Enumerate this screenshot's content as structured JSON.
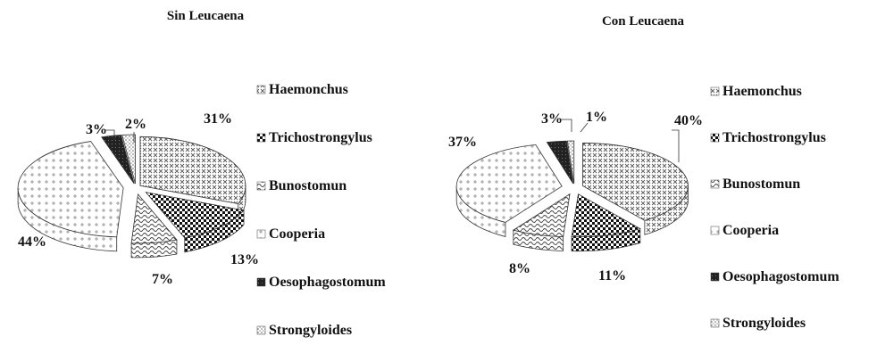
{
  "chart_data": [
    {
      "type": "pie",
      "title": "Sin Leucaena",
      "slices": [
        {
          "label": "Haemonchus",
          "value": 31,
          "text": "31%"
        },
        {
          "label": "Trichostrongylus",
          "value": 13,
          "text": "13%"
        },
        {
          "label": "Bunostomun",
          "value": 7,
          "text": "7%"
        },
        {
          "label": "Cooperia",
          "value": 44,
          "text": "44%"
        },
        {
          "label": "Oesophagostomum",
          "value": 3,
          "text": "3%"
        },
        {
          "label": "Strongyloides",
          "value": 2,
          "text": "2%"
        }
      ],
      "legend": [
        "Haemonchus",
        "Trichostrongylus",
        "Bunostomun",
        "Cooperia",
        "Oesophagostomum",
        "Strongyloides"
      ]
    },
    {
      "type": "pie",
      "title": "Con Leucaena",
      "slices": [
        {
          "label": "Haemonchus",
          "value": 40,
          "text": "40%"
        },
        {
          "label": "Trichostrongylus",
          "value": 11,
          "text": "11%"
        },
        {
          "label": "Bunostomun",
          "value": 8,
          "text": "8%"
        },
        {
          "label": "Cooperia",
          "value": 37,
          "text": "37%"
        },
        {
          "label": "Oesophagostomum",
          "value": 3,
          "text": "3%"
        },
        {
          "label": "Strongyloides",
          "value": 1,
          "text": "1%"
        }
      ],
      "legend": [
        "Haemonchus",
        "Trichostrongylus",
        "Bunostomun",
        "Cooperia",
        "Oesophagostomum",
        "Strongyloides"
      ]
    }
  ]
}
